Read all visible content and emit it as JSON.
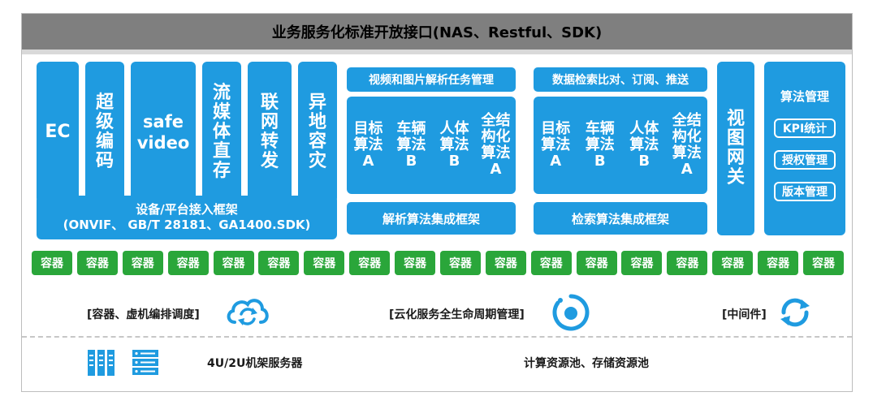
{
  "header": {
    "title": "业务服务化标准开放接口(NAS、Restful、SDK)"
  },
  "modules": [
    {
      "name": "ec",
      "label": "EC"
    },
    {
      "name": "super-codec",
      "label": "超级编码"
    },
    {
      "name": "safe-video",
      "label": "safe\nvideo"
    },
    {
      "name": "stream-live",
      "label": "流媒体直存"
    },
    {
      "name": "network-forward",
      "label": "联网转发"
    },
    {
      "name": "remote-dr",
      "label": "异地容灾"
    }
  ],
  "device_access": {
    "line1": "设备/平台接入框架",
    "line2": "(ONVIF、 GB/T 28181、GA1400.SDK)"
  },
  "analysis": {
    "title": "视频和图片解析任务管理",
    "algos": [
      {
        "l1": "目标",
        "l2": "算法",
        "l3": "A"
      },
      {
        "l1": "车辆",
        "l2": "算法",
        "l3": "B"
      },
      {
        "l1": "人体",
        "l2": "算法",
        "l3": "B"
      },
      {
        "l1": "全结构化",
        "l2": "算法",
        "l3": "A"
      }
    ],
    "framework": "解析算法集成框架"
  },
  "search": {
    "title": "数据检索比对、订阅、推送",
    "algos": [
      {
        "l1": "目标",
        "l2": "算法",
        "l3": "A"
      },
      {
        "l1": "车辆",
        "l2": "算法",
        "l3": "B"
      },
      {
        "l1": "人体",
        "l2": "算法",
        "l3": "B"
      },
      {
        "l1": "全结构化",
        "l2": "算法",
        "l3": "A"
      }
    ],
    "framework": "检索算法集成框架"
  },
  "gateway": {
    "label": "视图网关"
  },
  "algo_mgmt": {
    "title": "算法管理",
    "items": [
      "KPI统计",
      "授权管理",
      "版本管理"
    ]
  },
  "container_label": "容器",
  "container_count": 18,
  "management": [
    {
      "name": "container-vm",
      "label": "[容器、虚机编排调度]"
    },
    {
      "name": "cloud-lifecycle",
      "label": "[云化服务全生命周期管理]"
    },
    {
      "name": "middleware",
      "label": "[中间件]"
    }
  ],
  "infra": {
    "servers": "4U/2U机架服务器",
    "pools": "计算资源池、存储资源池"
  },
  "colors": {
    "blue": "#1f9be0",
    "green": "#2aa63a",
    "gray": "#7f7f7f"
  }
}
